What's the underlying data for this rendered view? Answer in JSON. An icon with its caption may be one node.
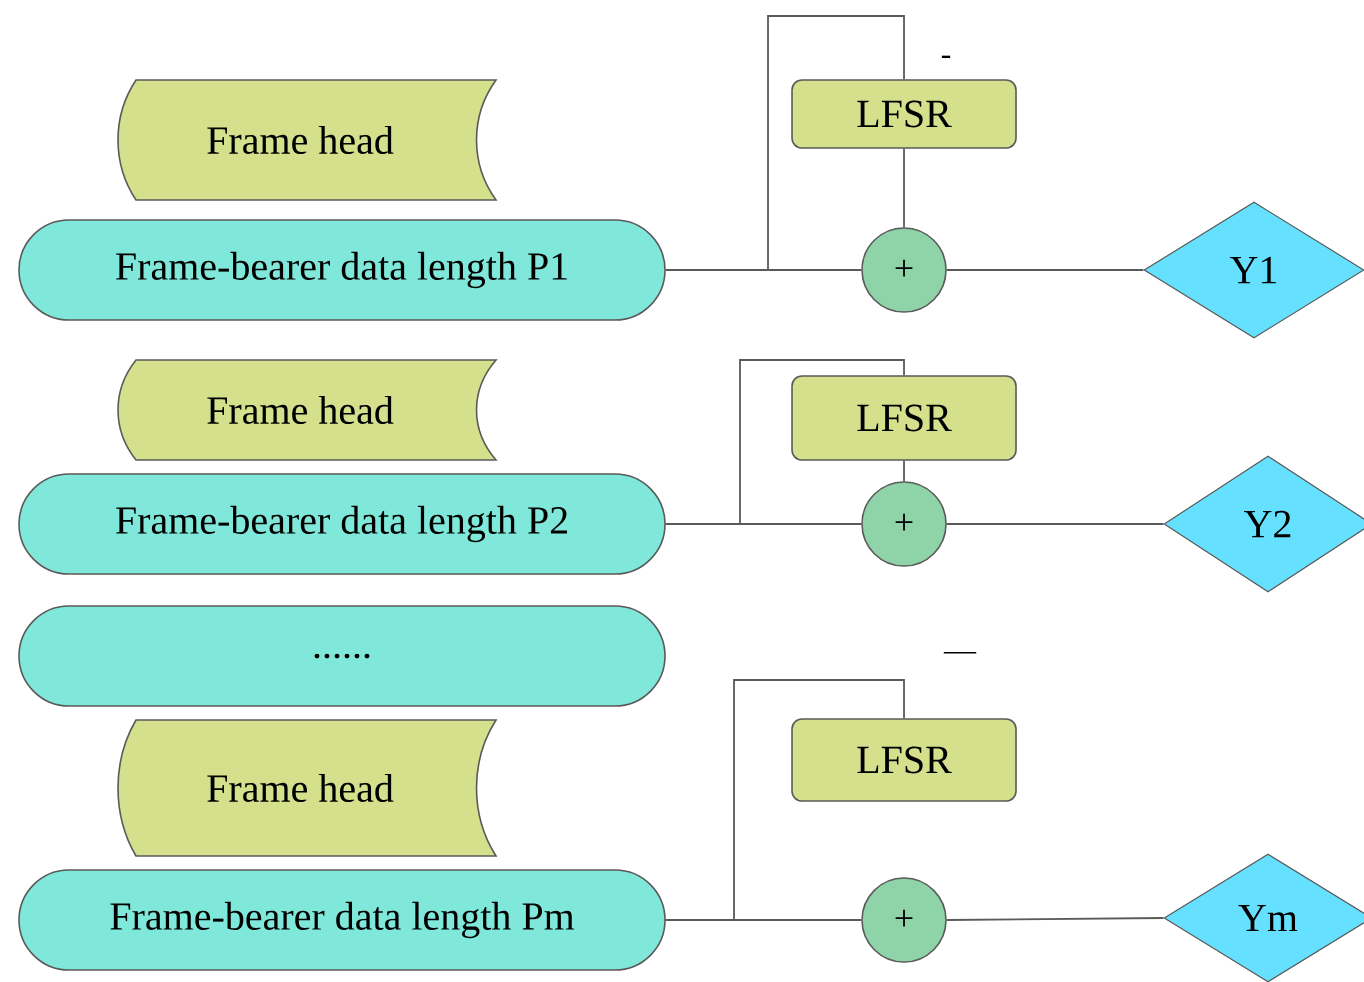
{
  "diagram": {
    "nodes": [
      {
        "text": [
          "Frame head"
        ]
      },
      {
        "text": [
          "Frame-bearer data length P1"
        ]
      },
      {
        "text": [
          "LFSR"
        ]
      },
      {
        "text": [
          "+"
        ]
      },
      {
        "text": [
          "Y1"
        ]
      },
      {
        "text": [
          "Frame head"
        ]
      },
      {
        "text": [
          "Frame-bearer data length P2"
        ]
      },
      {
        "text": [
          "LFSR"
        ]
      },
      {
        "text": [
          "+"
        ]
      },
      {
        "text": [
          "Y2"
        ]
      },
      {
        "text": [
          "......"
        ]
      },
      {
        "text": [
          "Frame head"
        ]
      },
      {
        "text": [
          "LFSR"
        ]
      },
      {
        "text": [
          "Frame-bearer data length Pm"
        ]
      },
      {
        "text": [
          "+"
        ]
      },
      {
        "text": [
          "Ym"
        ]
      }
    ],
    "edges": [
      {
        "from": 1,
        "to": 3,
        "arrow": "none"
      },
      {
        "from": 1,
        "to": 2,
        "arrow": "none"
      },
      {
        "from": 2,
        "to": 3,
        "arrow": "none"
      },
      {
        "from": 3,
        "to": 4,
        "arrow": "none"
      },
      {
        "from": 6,
        "to": 8,
        "arrow": "none"
      },
      {
        "from": 6,
        "to": 7,
        "arrow": "none"
      },
      {
        "from": 7,
        "to": 8,
        "arrow": "none"
      },
      {
        "from": 8,
        "to": 9,
        "arrow": "none"
      },
      {
        "from": 13,
        "to": 14,
        "arrow": "none"
      },
      {
        "from": 13,
        "to": 12,
        "arrow": "none"
      },
      {
        "from": 14,
        "to": 15,
        "arrow": "none"
      }
    ],
    "labels": [
      "-",
      "—"
    ]
  }
}
